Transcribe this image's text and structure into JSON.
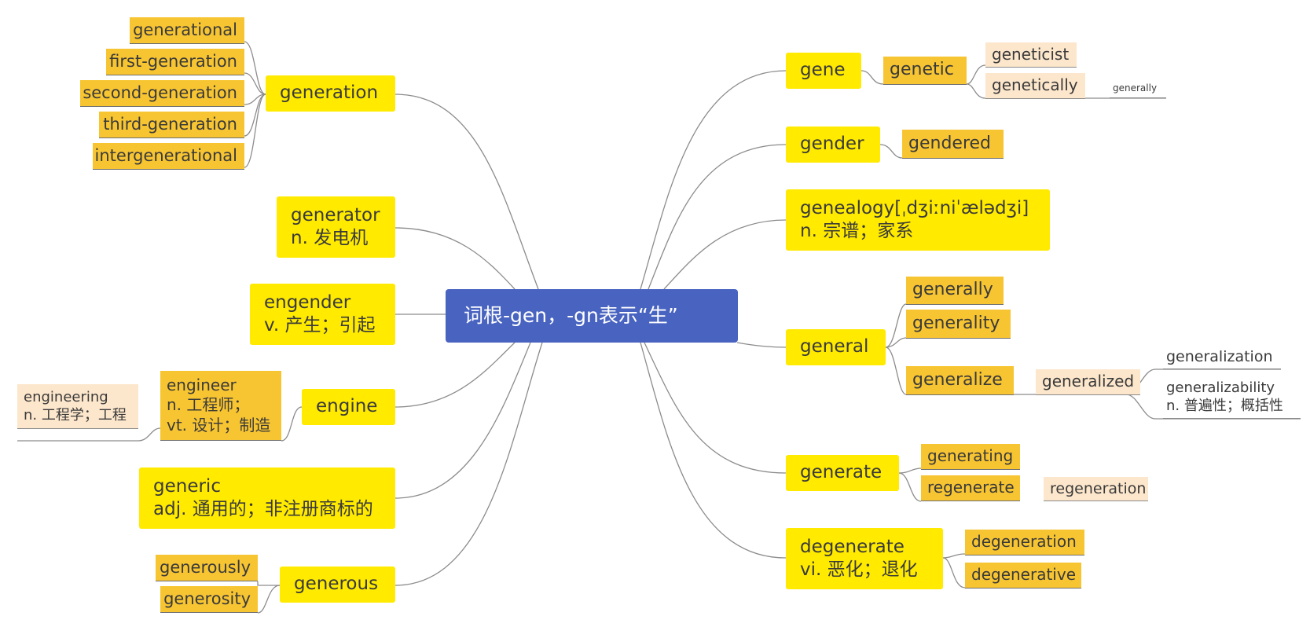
{
  "center": {
    "title": "词根-gen，-gn表示“生”"
  },
  "left": {
    "generation": {
      "label": "generation",
      "children": [
        "generational",
        "first-generation",
        "second-generation",
        "third-generation",
        "intergenerational"
      ]
    },
    "generator": {
      "word": "generator",
      "meaning": "n. 发电机"
    },
    "engender": {
      "word": "engender",
      "meaning": "v. 产生；引起"
    },
    "engine": {
      "label": "engine",
      "engineer": {
        "word": "engineer",
        "meaning1": "n. 工程师；",
        "meaning2": "vt. 设计；制造"
      },
      "engineering": {
        "word": "engineering",
        "meaning": "n. 工程学；工程"
      }
    },
    "generic": {
      "word": "generic",
      "meaning": "adj. 通用的；非注册商标的"
    },
    "generous": {
      "label": "generous",
      "children": [
        "generously",
        "generosity"
      ]
    }
  },
  "right": {
    "gene": {
      "label": "gene",
      "genetic": "genetic",
      "geneticist": "geneticist",
      "genetically": "genetically",
      "generally_note": "generally"
    },
    "gender": {
      "label": "gender",
      "gendered": "gendered"
    },
    "genealogy": {
      "word": "genealogy[ˌdʒiːniˈælədʒi]",
      "meaning": "n. 宗谱；家系"
    },
    "general": {
      "label": "general",
      "generally": "generally",
      "generality": "generality",
      "generalize": "generalize",
      "generalized": "generalized",
      "generalization": "generalization",
      "generalizability": {
        "word": "generalizability",
        "meaning": "n. 普遍性；概括性"
      }
    },
    "generate": {
      "label": "generate",
      "generating": "generating",
      "regenerate": "regenerate",
      "regeneration": "regeneration"
    },
    "degenerate": {
      "word": "degenerate",
      "meaning": "vi. 恶化；退化",
      "children": [
        "degeneration",
        "degenerative"
      ]
    }
  },
  "colors": {
    "center": "#4863c0",
    "main": "#ffea00",
    "sub": "#f8c532",
    "leaf": "#fde7cc",
    "line": "#8c8c8c"
  }
}
